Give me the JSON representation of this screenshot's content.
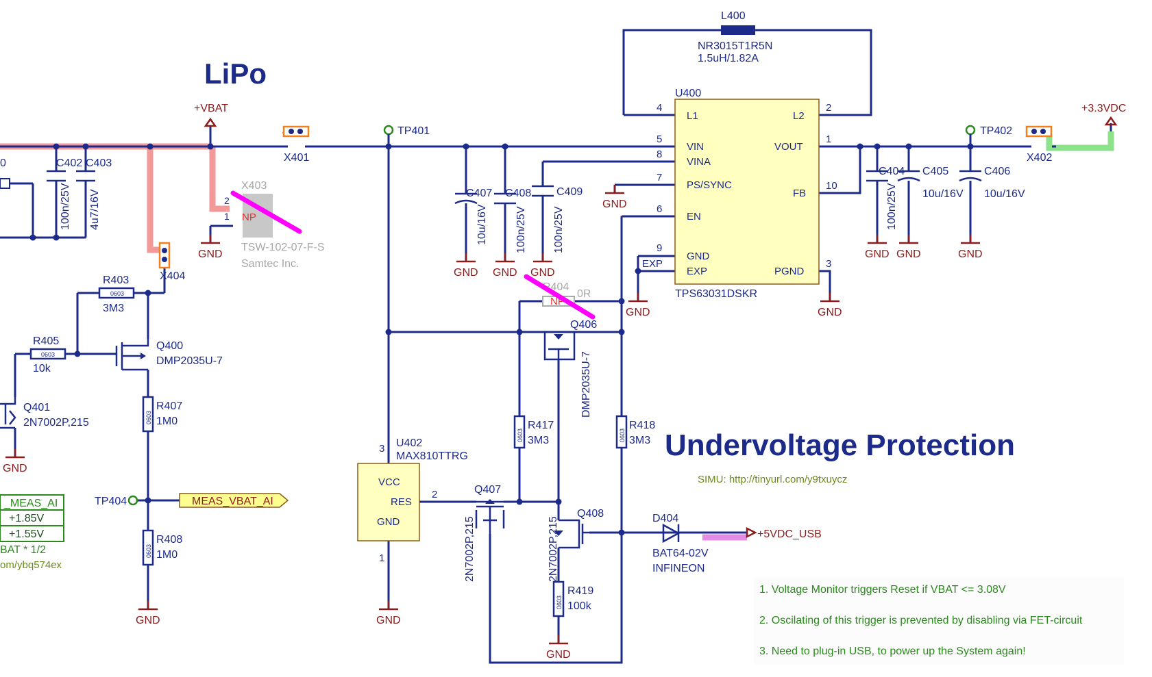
{
  "titles": {
    "lipo": "LiPo",
    "uvp": "Undervoltage Protection"
  },
  "power": {
    "vbat": "+VBAT",
    "v33": "+3.3VDC",
    "v5usb": "+5VDC_USB",
    "gnd": "GND"
  },
  "l400": {
    "ref": "L400",
    "part": "NR3015T1R5N",
    "value": "1.5uH/1.82A"
  },
  "u400": {
    "ref": "U400",
    "part": "TPS63031DSKR",
    "pins_left": [
      {
        "num": "4",
        "name": "L1"
      },
      {
        "num": "5",
        "name": "VIN"
      },
      {
        "num": "8",
        "name": "VINA"
      },
      {
        "num": "7",
        "name": "PS/SYNC"
      },
      {
        "num": "6",
        "name": "EN"
      },
      {
        "num": "9",
        "name": "GND"
      },
      {
        "num": "",
        "name": "EXP"
      }
    ],
    "pins_right": [
      {
        "num": "2",
        "name": "L2"
      },
      {
        "num": "1",
        "name": "VOUT"
      },
      {
        "num": "10",
        "name": "FB"
      },
      {
        "num": "3",
        "name": "PGND"
      }
    ],
    "exp_label": "EXP"
  },
  "u402": {
    "ref": "U402",
    "part": "MAX810TTRG",
    "pins": {
      "vcc": "VCC",
      "res": "RES",
      "gnd": "GND",
      "p1": "1",
      "p2": "2",
      "p3": "3"
    }
  },
  "capacitors": [
    {
      "ref": "C402",
      "value": "100n/25V"
    },
    {
      "ref": "C403",
      "value": "4u7/16V"
    },
    {
      "ref": "C407",
      "value": "10u/16V"
    },
    {
      "ref": "C408",
      "value": "100n/25V"
    },
    {
      "ref": "C409",
      "value": "100n/25V"
    },
    {
      "ref": "C404",
      "value": "100n/25V"
    },
    {
      "ref": "C405",
      "value": "10u/16V"
    },
    {
      "ref": "C406",
      "value": "10u/16V"
    }
  ],
  "resistors": [
    {
      "ref": "R403",
      "value": "3M3",
      "size": "0603"
    },
    {
      "ref": "R405",
      "value": "10k",
      "size": "0603"
    },
    {
      "ref": "R407",
      "value": "1M0",
      "size": "0603"
    },
    {
      "ref": "R408",
      "value": "1M0",
      "size": "0603"
    },
    {
      "ref": "R417",
      "value": "3M3",
      "size": "0603"
    },
    {
      "ref": "R418",
      "value": "3M3",
      "size": "0603"
    },
    {
      "ref": "R419",
      "value": "100k",
      "size": "0603"
    },
    {
      "ref": "R404",
      "value": "0R",
      "np": "NP"
    }
  ],
  "transistors": [
    {
      "ref": "Q400",
      "part": "DMP2035U-7"
    },
    {
      "ref": "Q401",
      "part": "2N7002P,215"
    },
    {
      "ref": "Q406",
      "part": "DMP2035U-7"
    },
    {
      "ref": "Q407",
      "part": "2N7002P,215"
    },
    {
      "ref": "Q408",
      "part": "2N7002P,215"
    }
  ],
  "connectors": {
    "x401": "X401",
    "x402": "X402",
    "x404": "X404",
    "x403": {
      "ref": "X403",
      "np": "NP",
      "part": "TSW-102-07-F-S",
      "mfr": "Samtec Inc.",
      "pin1": "1",
      "pin2": "2"
    }
  },
  "diode": {
    "ref": "D404",
    "part": "BAT64-02V",
    "mfr": "INFINEON"
  },
  "testpoints": {
    "tp401": "TP401",
    "tp402": "TP402",
    "tp404": "TP404"
  },
  "netlabel": "MEAS_VBAT_AI",
  "left_box": {
    "label": "_MEAS_AI",
    "v1": "+1.85V",
    "v2": "+1.55V",
    "note": "BAT * 1/2",
    "url": "om/ybq574ex",
    "partial_ref": "0"
  },
  "simu": "SIMU: http://tinyurl.com/y9txuycz",
  "notes": [
    "1. Voltage Monitor triggers Reset if VBAT <= 3.08V",
    "2. Oscilating of this trigger is prevented by disabling via FET-circuit",
    "3. Need to plug-in USB, to power up the System again!"
  ],
  "colors": {
    "wire": "#1c2a8a",
    "gnd": "#8a1c1c",
    "ic_fill": "#ffffc0",
    "highlight_red": "#f08080",
    "highlight_green": "#80e080",
    "highlight_magenta": "#ff00ff"
  }
}
